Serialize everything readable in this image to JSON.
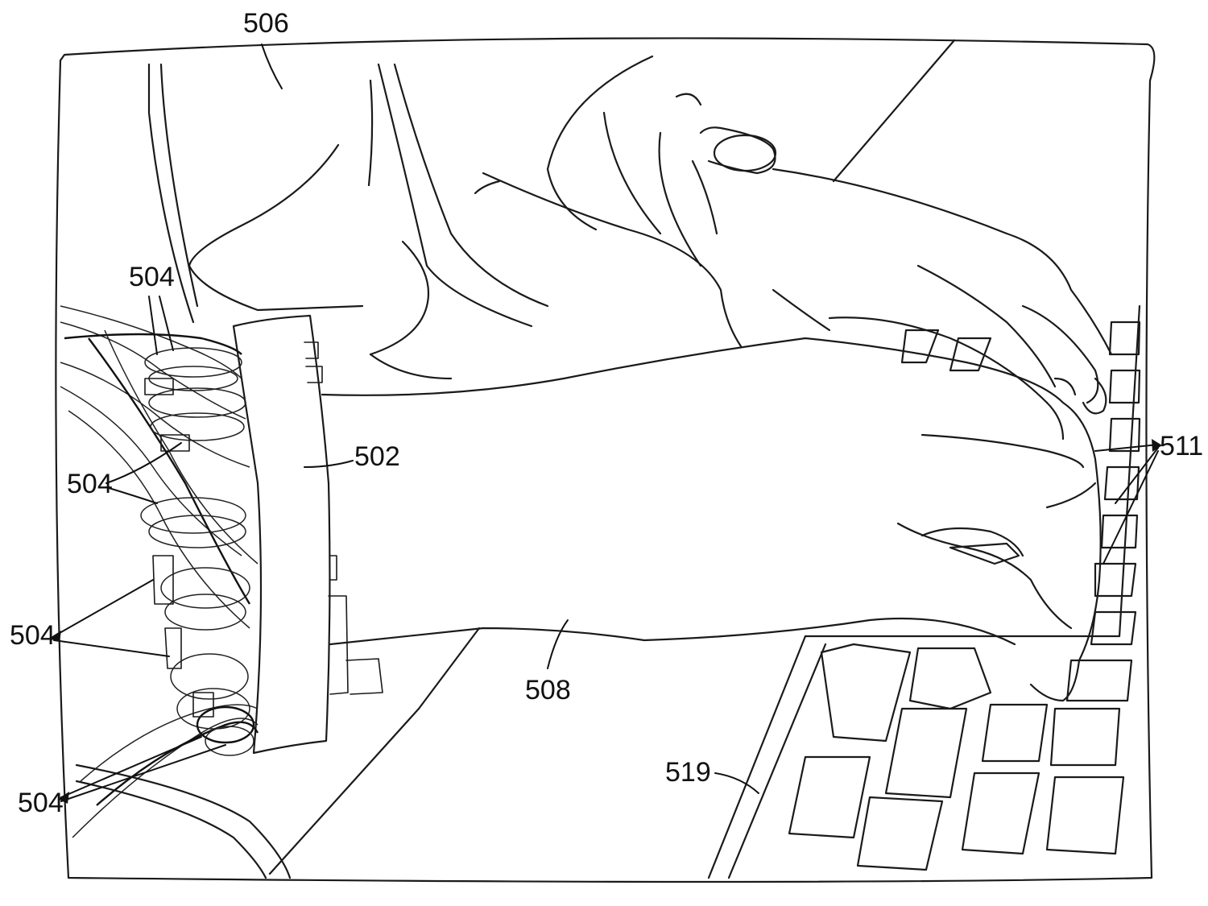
{
  "figure": {
    "labels": {
      "wristband": "502",
      "sensors_top": "504",
      "sensors_mid": "504",
      "sensors_lower": "504",
      "sensors_bottom": "504",
      "other_hand": "506",
      "forearm": "508",
      "fingers": "511",
      "keyboard": "519"
    }
  }
}
